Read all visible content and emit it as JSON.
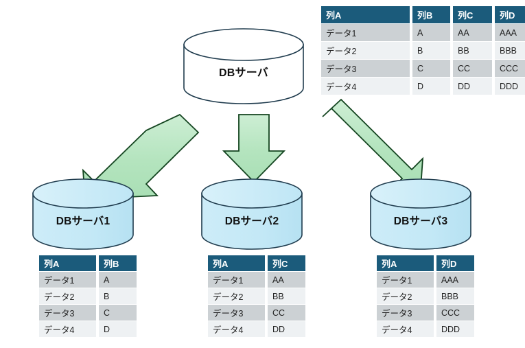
{
  "diagram": {
    "title": "DB server data partitioning diagram",
    "background_color": "#ffffff",
    "colors": {
      "table_header": "#1b5b7b",
      "row_odd": "#ccd1d4",
      "row_even": "#eef1f3",
      "arrow_fill": "#b8e6c0",
      "arrow_stroke": "#0f3d1b",
      "cylinder_source_fill": "#ffffff",
      "cylinder_target_fill": "#c7e9f6",
      "cylinder_stroke": "#1f3b4d"
    }
  },
  "source": {
    "cylinder_label": "DBサーバ",
    "table": {
      "columns": [
        "列A",
        "列B",
        "列C",
        "列D"
      ],
      "rows": [
        [
          "データ1",
          "A",
          "AA",
          "AAA"
        ],
        [
          "データ2",
          "B",
          "BB",
          "BBB"
        ],
        [
          "データ3",
          "C",
          "CC",
          "CCC"
        ],
        [
          "データ4",
          "D",
          "DD",
          "DDD"
        ]
      ]
    }
  },
  "arrows": [
    {
      "name": "arrow-to-db1",
      "direction": "down-left"
    },
    {
      "name": "arrow-to-db2",
      "direction": "down"
    },
    {
      "name": "arrow-to-db3",
      "direction": "down-right"
    }
  ],
  "targets": [
    {
      "cylinder_label": "DBサーバ1",
      "table": {
        "columns": [
          "列A",
          "列B"
        ],
        "rows": [
          [
            "データ1",
            "A"
          ],
          [
            "データ2",
            "B"
          ],
          [
            "データ3",
            "C"
          ],
          [
            "データ4",
            "D"
          ]
        ]
      }
    },
    {
      "cylinder_label": "DBサーバ2",
      "table": {
        "columns": [
          "列A",
          "列C"
        ],
        "rows": [
          [
            "データ1",
            "AA"
          ],
          [
            "データ2",
            "BB"
          ],
          [
            "データ3",
            "CC"
          ],
          [
            "データ4",
            "DD"
          ]
        ]
      }
    },
    {
      "cylinder_label": "DBサーバ3",
      "table": {
        "columns": [
          "列A",
          "列D"
        ],
        "rows": [
          [
            "データ1",
            "AAA"
          ],
          [
            "データ2",
            "BBB"
          ],
          [
            "データ3",
            "CCC"
          ],
          [
            "データ4",
            "DDD"
          ]
        ]
      }
    }
  ]
}
